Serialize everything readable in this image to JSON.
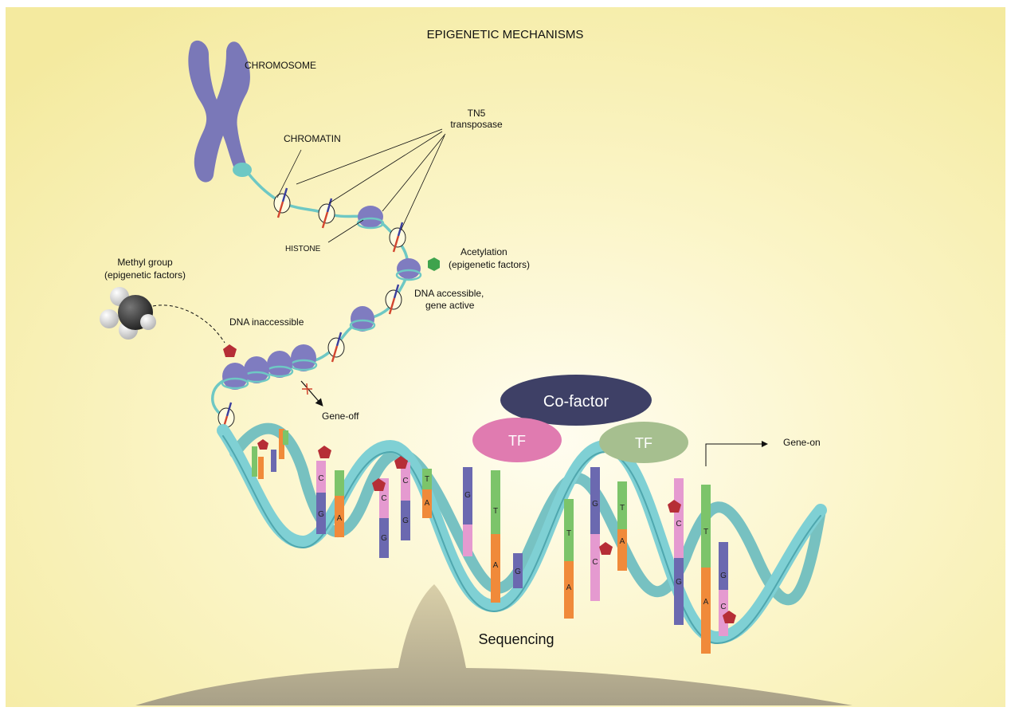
{
  "title": "EPIGENETIC MECHANISMS",
  "labels": {
    "chromosome": "CHROMOSOME",
    "chromatin": "CHROMATIN",
    "tn5_line1": "TN5",
    "tn5_line2": "transposase",
    "histone": "HISTONE",
    "acetylation_line1": "Acetylation",
    "acetylation_line2": "(epigenetic factors)",
    "methyl_line1": "Methyl group",
    "methyl_line2": "(epigenetic factors)",
    "accessible_line1": "DNA accessible,",
    "accessible_line2": "gene active",
    "inaccessible": "DNA inaccessible",
    "gene_off": "Gene-off",
    "gene_on": "Gene-on",
    "cofactor": "Co-factor",
    "tf1": "TF",
    "tf2": "TF",
    "sequencing": "Sequencing"
  },
  "base_letters": {
    "b1": "C",
    "b2": "G",
    "b3": "A",
    "b4": "C",
    "b5": "G",
    "b6": "C",
    "b7": "G",
    "b8": "T",
    "b9": "A",
    "b10": "G",
    "b11": "T",
    "b12": "A",
    "b13": "G",
    "b14": "T",
    "b15": "A",
    "b16": "G",
    "b17": "C",
    "b18": "T",
    "b19": "A",
    "b20": "C",
    "b21": "G",
    "b22": "T",
    "b23": "A",
    "b24": "G",
    "b25": "C"
  },
  "colors": {
    "background_glow": "#fffbe6",
    "background_edge": "#f6eca6",
    "chromosome": "#7a78b8",
    "histone": "#7f7cc0",
    "dna_helix": "#7fd0d4",
    "cofactor": "#3e4066",
    "tf_pink": "#e07bb0",
    "tf_green": "#a6bf8f",
    "base_C": "#e59ad0",
    "base_G": "#6b69b0",
    "base_A": "#f08a3a",
    "base_T": "#7cc46a",
    "methyl": "#b62e36",
    "acetyl": "#3fa34d"
  }
}
